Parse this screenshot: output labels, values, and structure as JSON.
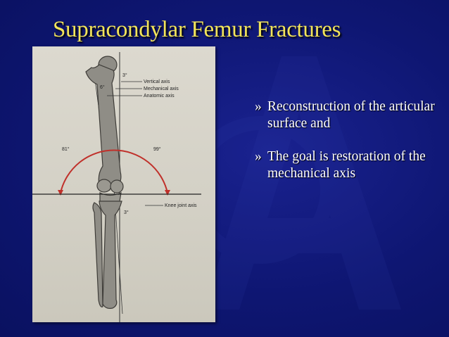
{
  "slide": {
    "title": "Supracondylar Femur Fractures",
    "bullets": [
      {
        "marker": "»",
        "text": "Reconstruction of the articular surface and"
      },
      {
        "marker": "»",
        "text": "The goal is restoration of the mechanical axis"
      }
    ]
  },
  "figure": {
    "labels": {
      "vertical_axis": "Vertical axis",
      "mechanical_axis": "Mechanical axis",
      "anatomic_axis": "Anatomic axis",
      "knee_joint_axis": "Knee joint axis",
      "angle_left": "81°",
      "angle_right": "99°",
      "angle_top_6": "6°",
      "angle_top_3": "3°",
      "angle_tibia": "3°"
    }
  },
  "colors": {
    "background": "#0e1672",
    "title": "#f2e45a",
    "text": "#ffffff",
    "arc": "#c0302a"
  }
}
